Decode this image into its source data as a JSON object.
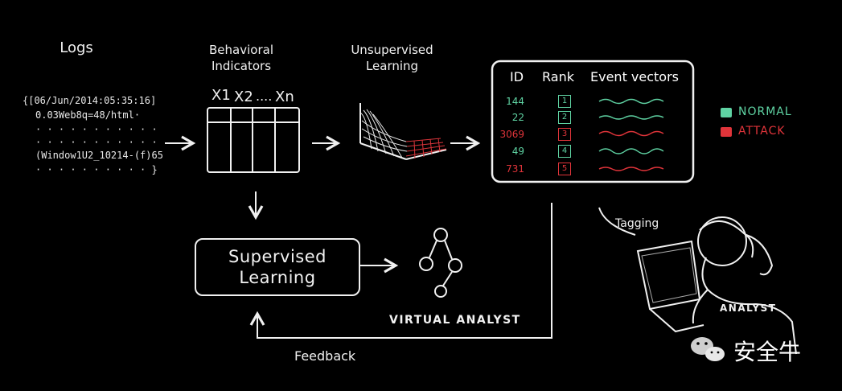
{
  "logs": {
    "title": "Logs",
    "lines": [
      "{[06/Jun/2014:05:35:16]",
      "0.03Web8q=48/html·",
      "· · · · · · · · · · ·",
      "· · · · · · · · · · ·",
      "(Window1U2_10214-(f)65",
      "· · · · · · · · · · }"
    ]
  },
  "indicators": {
    "title": "Behavioral Indicators",
    "columns": [
      "X1",
      "X2",
      "....",
      "Xn"
    ]
  },
  "unsupervised": {
    "title": "Unsupervised Learning"
  },
  "results": {
    "headers": {
      "id": "ID",
      "rank": "Rank",
      "vectors": "Event vectors"
    },
    "rows": [
      {
        "id": "144",
        "rank": "1",
        "status": "normal"
      },
      {
        "id": "22",
        "rank": "2",
        "status": "normal"
      },
      {
        "id": "3069",
        "rank": "3",
        "status": "attack"
      },
      {
        "id": "49",
        "rank": "4",
        "status": "normal"
      },
      {
        "id": "731",
        "rank": "5",
        "status": "attack"
      }
    ]
  },
  "legend": {
    "normal": {
      "label": "NORMAL",
      "color": "#5fd3a3"
    },
    "attack": {
      "label": "ATTACK",
      "color": "#e0343a"
    }
  },
  "supervised": {
    "line1": "Supervised",
    "line2": "Learning"
  },
  "virtual_analyst": {
    "label": "VIRTUAL ANALYST"
  },
  "tagging": {
    "label": "Tagging"
  },
  "analyst": {
    "label": "ANALYST"
  },
  "feedback": {
    "label": "Feedback"
  },
  "watermark": {
    "text": "安全牛",
    "icon": "wechat-icon"
  }
}
